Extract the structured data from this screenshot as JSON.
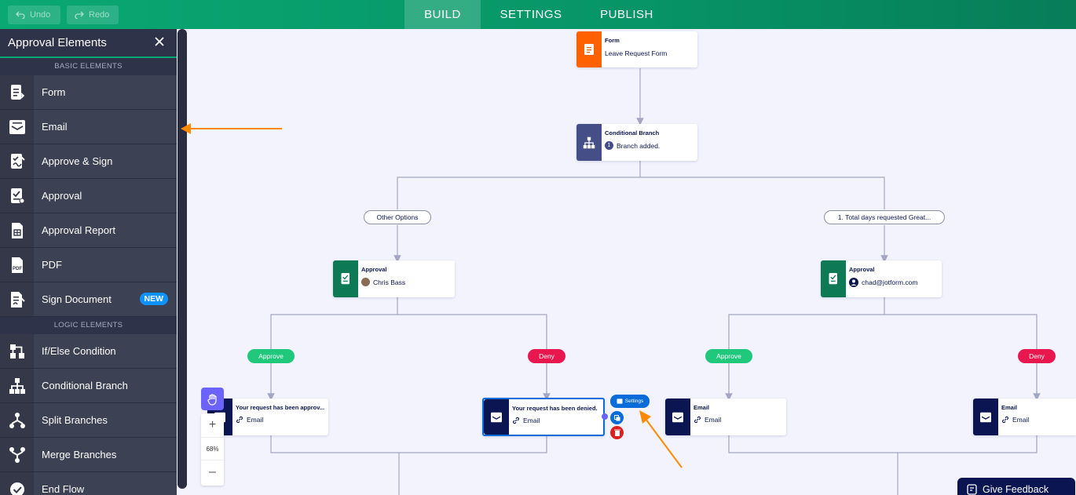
{
  "header": {
    "undo_label": "Undo",
    "redo_label": "Redo",
    "tabs": [
      {
        "label": "BUILD",
        "active": true
      },
      {
        "label": "SETTINGS",
        "active": false
      },
      {
        "label": "PUBLISH",
        "active": false
      }
    ]
  },
  "sidebar": {
    "title": "Approval Elements",
    "sections": [
      {
        "label": "BASIC ELEMENTS"
      },
      {
        "label": "LOGIC ELEMENTS"
      }
    ],
    "basic_items": [
      {
        "label": "Form",
        "icon": "form-icon"
      },
      {
        "label": "Email",
        "icon": "email-icon"
      },
      {
        "label": "Approve & Sign",
        "icon": "approve-sign-icon"
      },
      {
        "label": "Approval",
        "icon": "approval-icon"
      },
      {
        "label": "Approval Report",
        "icon": "approval-report-icon"
      },
      {
        "label": "PDF",
        "icon": "pdf-icon"
      },
      {
        "label": "Sign Document",
        "icon": "sign-document-icon",
        "badge": "NEW"
      }
    ],
    "logic_items": [
      {
        "label": "If/Else Condition",
        "icon": "if-else-icon"
      },
      {
        "label": "Conditional Branch",
        "icon": "conditional-branch-icon"
      },
      {
        "label": "Split Branches",
        "icon": "split-branches-icon"
      },
      {
        "label": "Merge Branches",
        "icon": "merge-branches-icon"
      },
      {
        "label": "End Flow",
        "icon": "end-flow-icon"
      }
    ]
  },
  "flow": {
    "form_node": {
      "title": "Form",
      "subtitle": "Leave Request Form"
    },
    "branch_node": {
      "title": "Conditional Branch",
      "count": "1",
      "subtitle": "Branch added."
    },
    "branch_labels": [
      "Other Options",
      "1. Total days requested Great..."
    ],
    "approval_left": {
      "title": "Approval",
      "subtitle": "Chris Bass"
    },
    "approval_right": {
      "title": "Approval",
      "subtitle": "chad@jotform.com"
    },
    "decision_labels": {
      "approve": "Approve",
      "deny": "Deny"
    },
    "email_nodes": [
      {
        "title": "Your request has been approv...",
        "subtitle": "Email"
      },
      {
        "title": "Your request has been denied.",
        "subtitle": "Email"
      },
      {
        "title": "Email",
        "subtitle": "Email"
      },
      {
        "title": "Email",
        "subtitle": "Email"
      }
    ],
    "settings_label": "Settings"
  },
  "zoom": {
    "plus": "+",
    "level": "68%",
    "minus": "–"
  },
  "feedback_label": "Give Feedback",
  "colors": {
    "accent_green": "#0aa873",
    "sidebar_bg": "#2f3349",
    "form_orange": "#ff6100",
    "branch_purple": "#464e87",
    "approval_green": "#0d7a55",
    "email_navy": "#0a1551",
    "annotation_orange": "#ff8a00"
  }
}
